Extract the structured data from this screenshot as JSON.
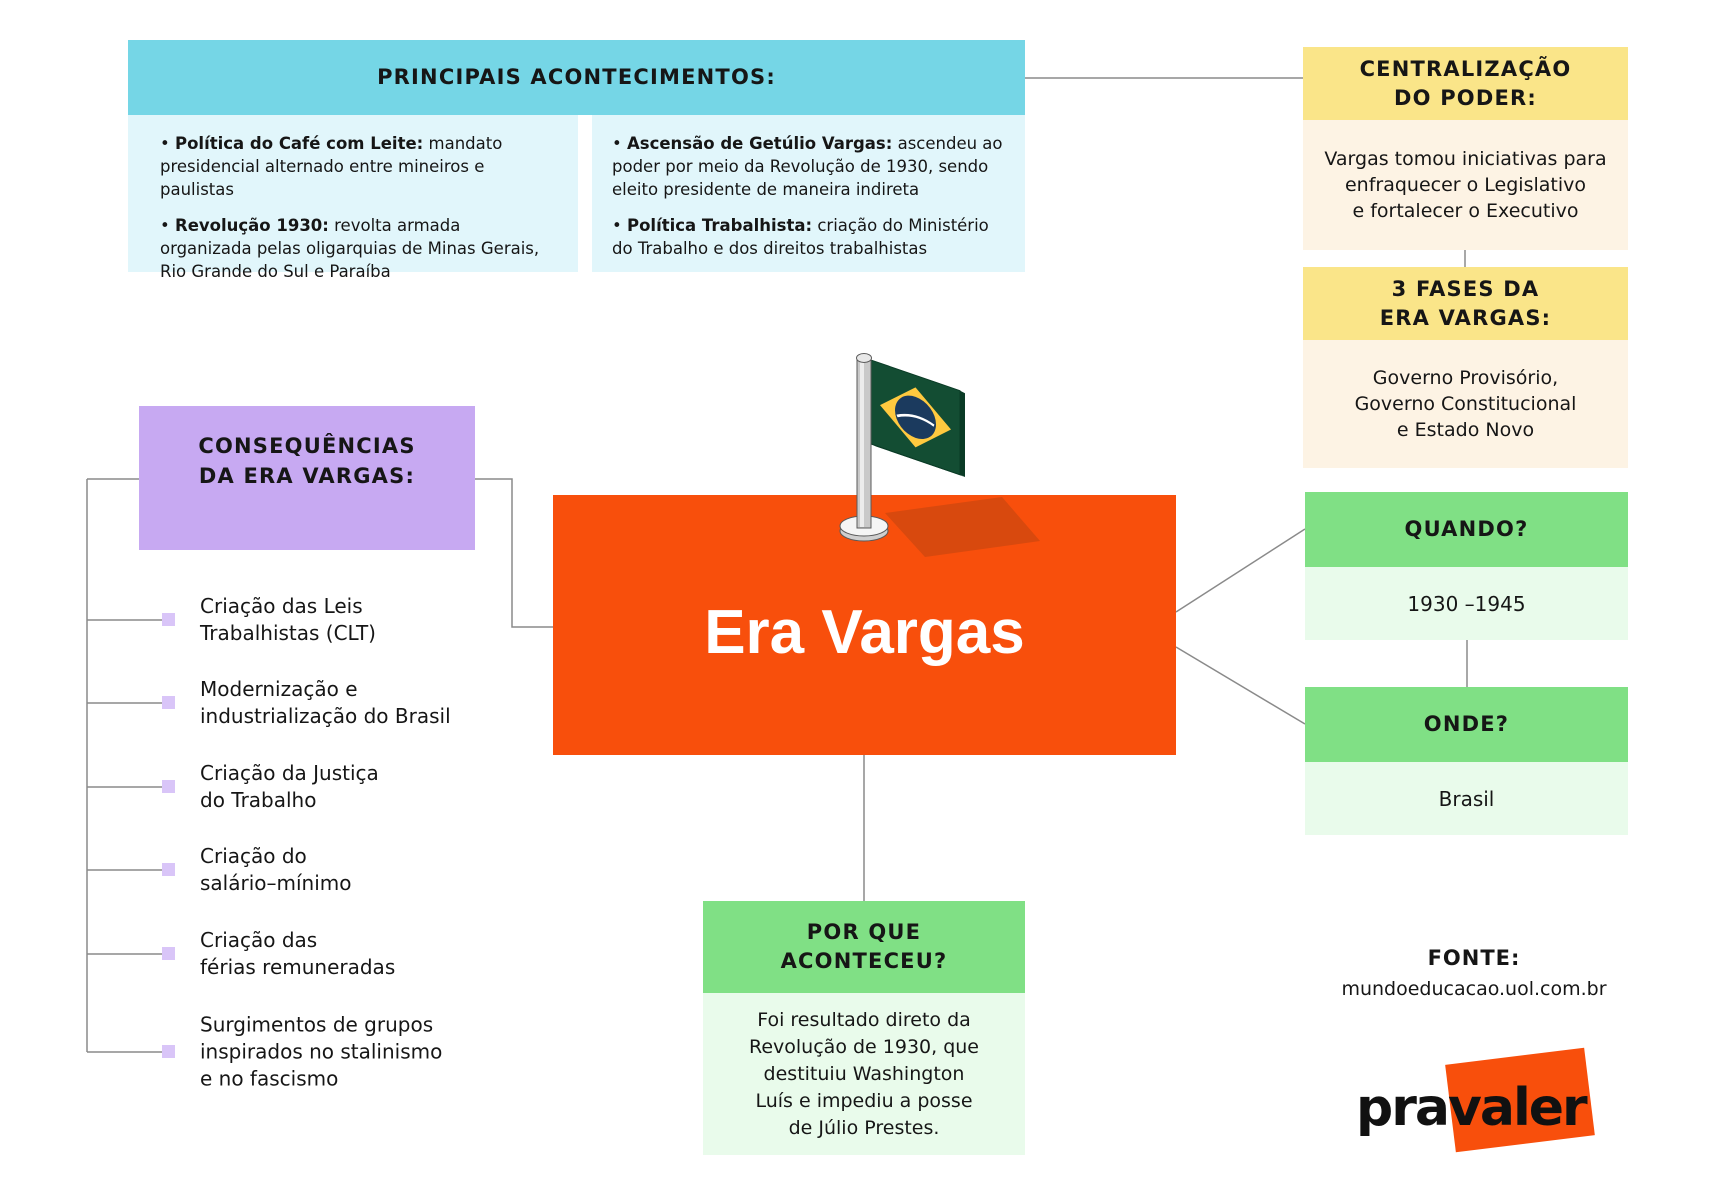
{
  "colors": {
    "cyan_header": "#75D6E6",
    "cyan_body": "#E1F6FB",
    "yellow_header": "#FAE589",
    "cream_body": "#FDF3E4",
    "purple_header": "#C7A9F2",
    "purple_bullet": "#D9C5F8",
    "green_header": "#80E085",
    "green_body": "#E9FBEB",
    "orange_main": "#F84F0C",
    "orange_shadow": "#D8490E",
    "connector_gray": "#8A8A8A",
    "flag_green": "#134D33",
    "flag_yellow": "#FFC93F",
    "flag_blue": "#1B3A5E"
  },
  "main_events": {
    "title": "PRINCIPAIS ACONTECIMENTOS:",
    "left": [
      {
        "term": "Política do Café com Leite:",
        "text": "mandato presidencial alternado entre mineiros e paulistas"
      },
      {
        "term": "Revolução 1930:",
        "text": "revolta armada organizada pelas oligarquias de Minas Gerais, Rio Grande do Sul e Paraíba"
      }
    ],
    "right": [
      {
        "term": "Ascensão de Getúlio Vargas:",
        "text": "ascendeu ao poder por meio da Revolução de 1930, sendo eleito presidente de maneira indireta"
      },
      {
        "term": "Política Trabalhista:",
        "text": "criação do Ministério do Trabalho e dos direitos trabalhistas"
      }
    ]
  },
  "centralization": {
    "title": "CENTRALIZAÇÃO\nDO PODER:",
    "body": "Vargas tomou iniciativas para\nenfraquecer o Legislativo\ne fortalecer o Executivo"
  },
  "phases": {
    "title": "3 FASES DA\nERA VARGAS:",
    "body": "Governo Provisório,\nGoverno Constitucional\ne Estado Novo"
  },
  "when": {
    "title": "QUANDO?",
    "body": "1930 –1945"
  },
  "where": {
    "title": "ONDE?",
    "body": "Brasil"
  },
  "why": {
    "title": "POR QUE\nACONTECEU?",
    "body": "Foi resultado direto da\nRevolução de 1930, que\ndestituiu Washington\nLuís e impediu a posse\nde Júlio Prestes."
  },
  "center": {
    "title": "Era Vargas",
    "flag_icon": "brazil-flag"
  },
  "consequences": {
    "title": "CONSEQUÊNCIAS\nDA ERA VARGAS:",
    "items": [
      "Criação das Leis\nTrabalhistas (CLT)",
      "Modernização e\nindustrialização do Brasil",
      "Criação da Justiça\ndo Trabalho",
      "Criação do\nsalário–mínimo",
      "Criação das\nférias remuneradas",
      "Surgimentos de grupos\ninspirados no stalinismo\ne no fascismo"
    ]
  },
  "source": {
    "label": "FONTE:",
    "value": "mundoeducacao.uol.com.br"
  },
  "brand": {
    "logo_text": "pravaler"
  }
}
